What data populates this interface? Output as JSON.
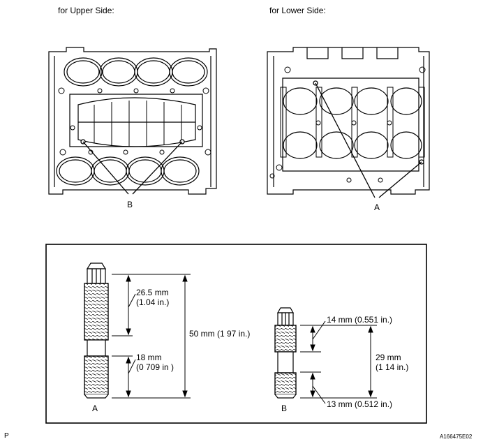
{
  "headings": {
    "upper": "for Upper Side:",
    "lower": "for Lower Side:"
  },
  "callouts": {
    "upper_letter": "B",
    "lower_letter": "A"
  },
  "stud_a": {
    "letter": "A",
    "dim_top_mm": "26.5 mm",
    "dim_top_in": "(1.04 in.)",
    "dim_bottom_mm": "18 mm",
    "dim_bottom_in": "(0 709 in )",
    "dim_total": "50 mm (1 97 in.)"
  },
  "stud_b": {
    "letter": "B",
    "dim_top": "14 mm (0.551 in.)",
    "dim_mid_mm": "29 mm",
    "dim_mid_in": "(1 14 in.)",
    "dim_bottom": "13 mm (0.512 in.)"
  },
  "footer": {
    "left": "P",
    "right": "A166475E02"
  }
}
